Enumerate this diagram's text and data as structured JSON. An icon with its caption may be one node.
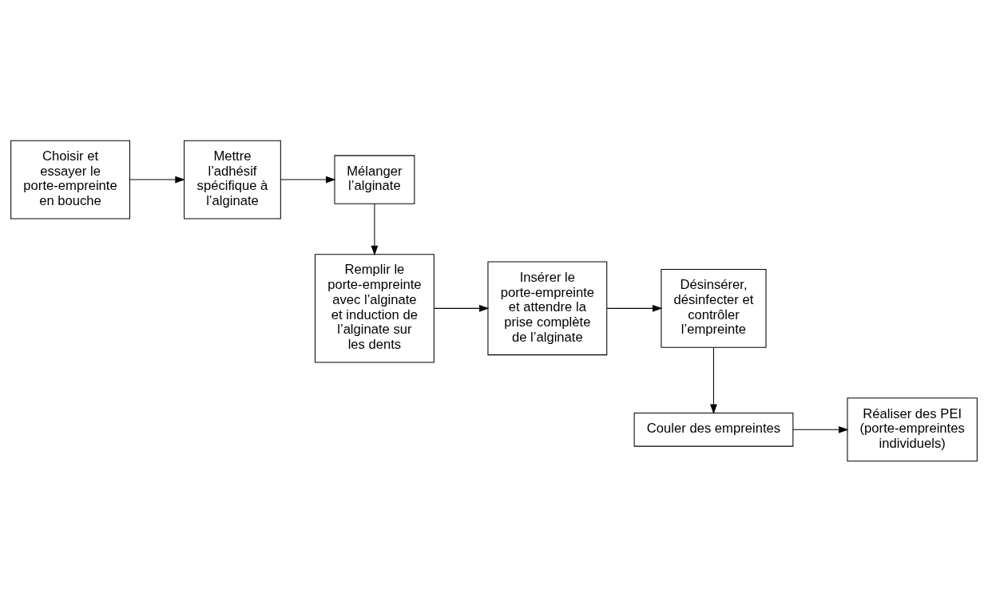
{
  "diagram": {
    "nodes": [
      {
        "text": [
          "Choisir et essayer le porte-empreinte en bouche"
        ]
      },
      {
        "text": [
          "Mettre l’adhésif spécifique à l’alginate"
        ]
      },
      {
        "text": [
          "Mélanger l’alginate"
        ]
      },
      {
        "text": [
          "Remplir le porte-empreinte avec l’alginate et induction de l’alginate sur les dents"
        ]
      },
      {
        "text": [
          "Insérer le porte-empreinte et attendre la prise complète de l’alginate"
        ]
      },
      {
        "text": [
          "Désinsérer, désinfecter et contrôler l’empreinte"
        ]
      },
      {
        "text": [
          "Couler des empreintes"
        ]
      },
      {
        "text": [
          "Réaliser des PEI (porte-empreintes individuels)"
        ]
      }
    ],
    "edges": [
      {
        "from": 0,
        "to": 1,
        "arrow": "to"
      },
      {
        "from": 1,
        "to": 2,
        "arrow": "to"
      },
      {
        "from": 2,
        "to": 3,
        "arrow": "to"
      },
      {
        "from": 3,
        "to": 4,
        "arrow": "to"
      },
      {
        "from": 4,
        "to": 5,
        "arrow": "to"
      },
      {
        "from": 5,
        "to": 6,
        "arrow": "to"
      },
      {
        "from": 6,
        "to": 7,
        "arrow": "to"
      }
    ]
  }
}
